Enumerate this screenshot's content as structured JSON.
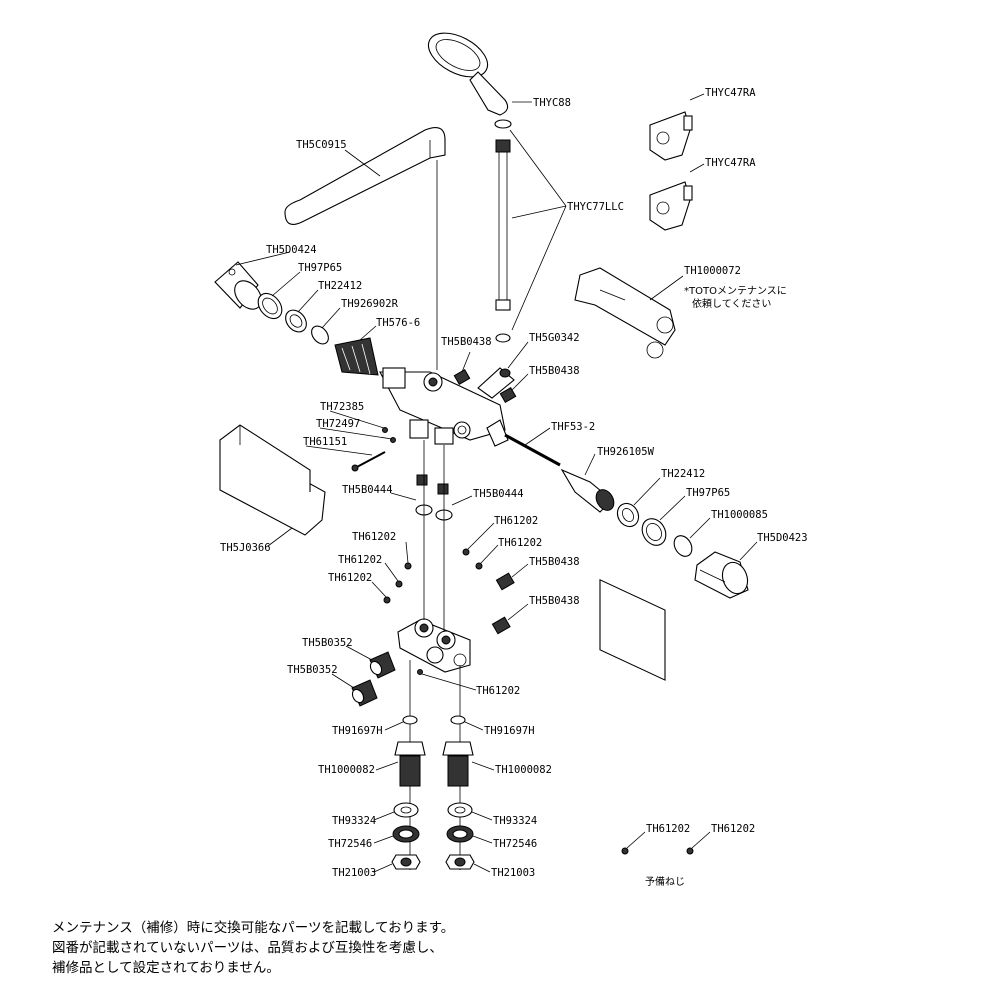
{
  "parts": {
    "handshower": "THYC88",
    "hose": "THYC77LLC",
    "holder_1": "THYC47RA",
    "holder_2": "THYC47RA",
    "spout": "TH5C0915",
    "body": "TH1000072",
    "body_note_1": "*TOTOメンテナンスに",
    "body_note_2": "依頼してください",
    "left_handle": "TH5D0424",
    "left_ring_1": "TH97P65",
    "left_ring_2": "TH22412",
    "left_ring_3": "TH926902R",
    "cartridge_left": "TH576-6",
    "check_1": "TH5B0438",
    "check_2": "TH5G0342",
    "check_3": "TH5B0438",
    "screw_a": "TH72385",
    "screw_b": "TH72497",
    "screw_c": "TH61151",
    "cartridge_right": "THF53-2",
    "right_ring_0": "TH926105W",
    "right_ring_1": "TH22412",
    "right_ring_2": "TH97P65",
    "right_ring_3": "TH1000085",
    "right_handle": "TH5D0423",
    "strainer_left": "TH5B0444",
    "strainer_right": "TH5B0444",
    "cover": "TH5J0366",
    "screw_l1": "TH61202",
    "screw_l2": "TH61202",
    "screw_l3": "TH61202",
    "screw_r1": "TH61202",
    "screw_r2": "TH61202",
    "check_r1": "TH5B0438",
    "check_r2": "TH5B0438",
    "plug_1": "TH5B0352",
    "plug_2": "TH5B0352",
    "screw_bottom": "TH61202",
    "oring_left": "TH91697H",
    "oring_right": "TH91697H",
    "union_left": "TH1000082",
    "union_right": "TH1000082",
    "washer_left": "TH93324",
    "washer_right": "TH93324",
    "seat_left": "TH72546",
    "seat_right": "TH72546",
    "nut_left": "TH21003",
    "nut_right": "TH21003",
    "spare_1": "TH61202",
    "spare_2": "TH61202",
    "spare_label": "予備ねじ"
  },
  "footnote": {
    "line1": "メンテナンス（補修）時に交換可能なパーツを記載しております。",
    "line2": "図番が記載されていないパーツは、品質および互換性を考慮し、",
    "line3": "補修品として設定されておりません。"
  }
}
